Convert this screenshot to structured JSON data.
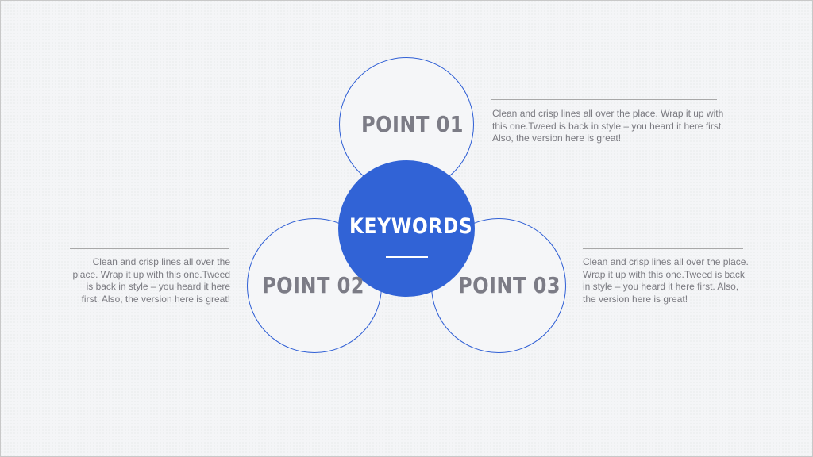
{
  "center": {
    "label": "KEYWORDS"
  },
  "points": [
    {
      "label": "POINT 01",
      "text": "Clean and crisp lines all over the place. Wrap it up with this one.Tweed is back in style – you heard it here first. Also, the  version here is great!"
    },
    {
      "label": "POINT 02",
      "text": "Clean and crisp lines all over the place. Wrap it up with this one.Tweed is back in style – you heard it here first. Also, the  version here is great!"
    },
    {
      "label": "POINT 03",
      "text": "Clean and crisp lines all over the place. Wrap it up with this one.Tweed is back in style – you heard it here first. Also, the  version here is great!"
    }
  ],
  "colors": {
    "accent": "#3163d6",
    "outline": "#2f5fd5",
    "heading_text": "#7c7c86",
    "body_text": "#7a7a80"
  }
}
